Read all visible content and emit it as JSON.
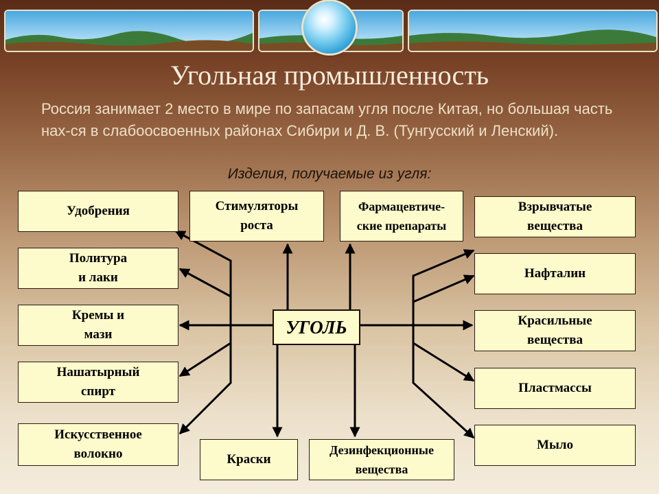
{
  "title": "Угольная промышленность",
  "intro": "Россия занимает 2 место в мире по запасам угля после Китая, но большая часть нах-ся в слабоосвоенных районах Сибири и Д. В. (Тунгусский и Ленский).",
  "subheading": "Изделия, получаемые из угля:",
  "center": "УГОЛЬ",
  "products": {
    "fertilizers": "Удобрения",
    "polish": "Политура\nи лаки",
    "creams": "Кремы и\nмази",
    "ammonia": "Нашатырный\nспирт",
    "fiber": "Искусственное\nволокно",
    "growth": "Стимуляторы\nроста",
    "paints": "Краски",
    "pharma": "Фармацевтиче-\nские препараты",
    "disinfect": "Дезинфекционные\nвещества",
    "explosives": "Взрывчатые\nвещества",
    "naphthalene": "Нафталин",
    "dyes": "Красильные\nвещества",
    "plastics": "Пластмассы",
    "soap": "Мыло"
  }
}
